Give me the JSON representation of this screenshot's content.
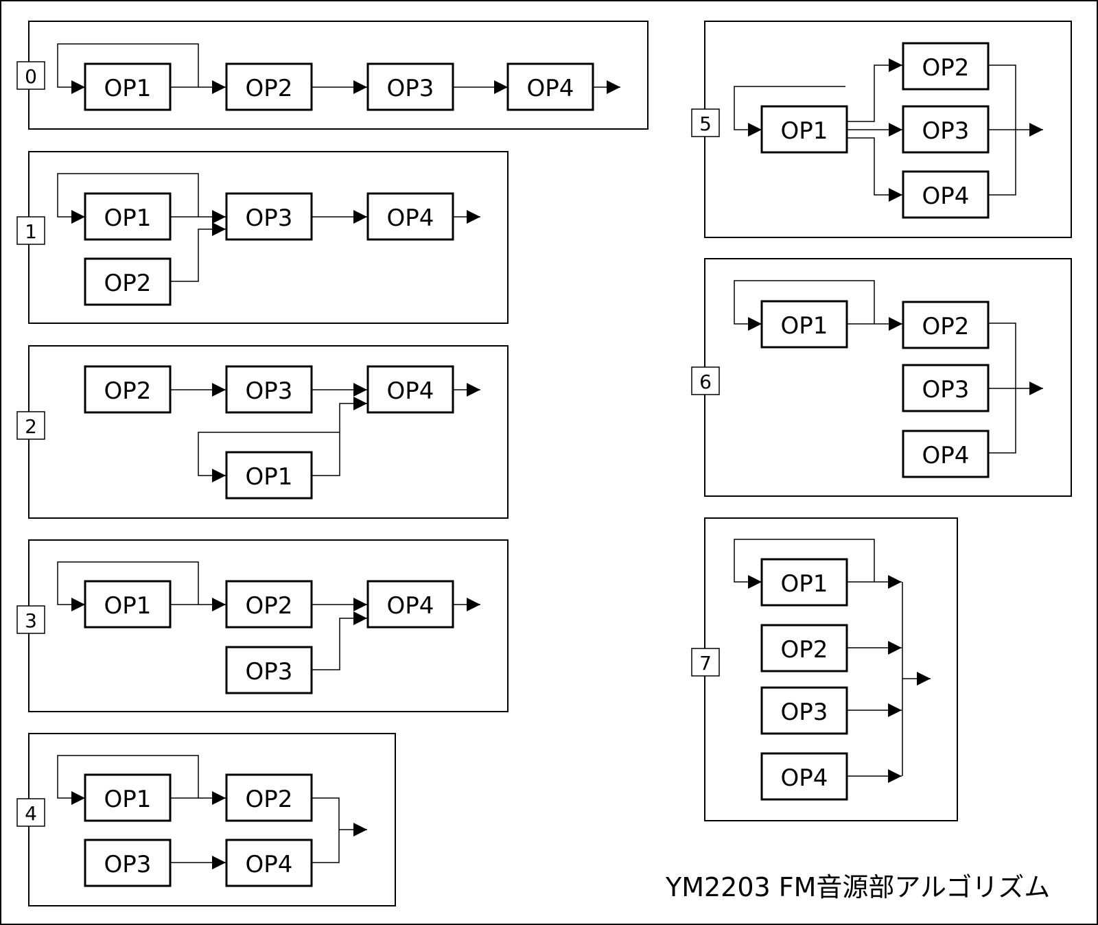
{
  "title": "YM2203 FM音源部アルゴリズム",
  "algorithms": [
    {
      "number": "0",
      "operators": [
        "OP1",
        "OP2",
        "OP3",
        "OP4"
      ]
    },
    {
      "number": "1",
      "operators": [
        "OP1",
        "OP2",
        "OP3",
        "OP4"
      ]
    },
    {
      "number": "2",
      "operators": [
        "OP2",
        "OP3",
        "OP4",
        "OP1"
      ]
    },
    {
      "number": "3",
      "operators": [
        "OP1",
        "OP2",
        "OP4",
        "OP3"
      ]
    },
    {
      "number": "4",
      "operators": [
        "OP1",
        "OP2",
        "OP3",
        "OP4"
      ]
    },
    {
      "number": "5",
      "operators": [
        "OP2",
        "OP1",
        "OP3",
        "OP4"
      ]
    },
    {
      "number": "6",
      "operators": [
        "OP1",
        "OP2",
        "OP3",
        "OP4"
      ]
    },
    {
      "number": "7",
      "operators": [
        "OP1",
        "OP2",
        "OP3",
        "OP4"
      ]
    }
  ]
}
